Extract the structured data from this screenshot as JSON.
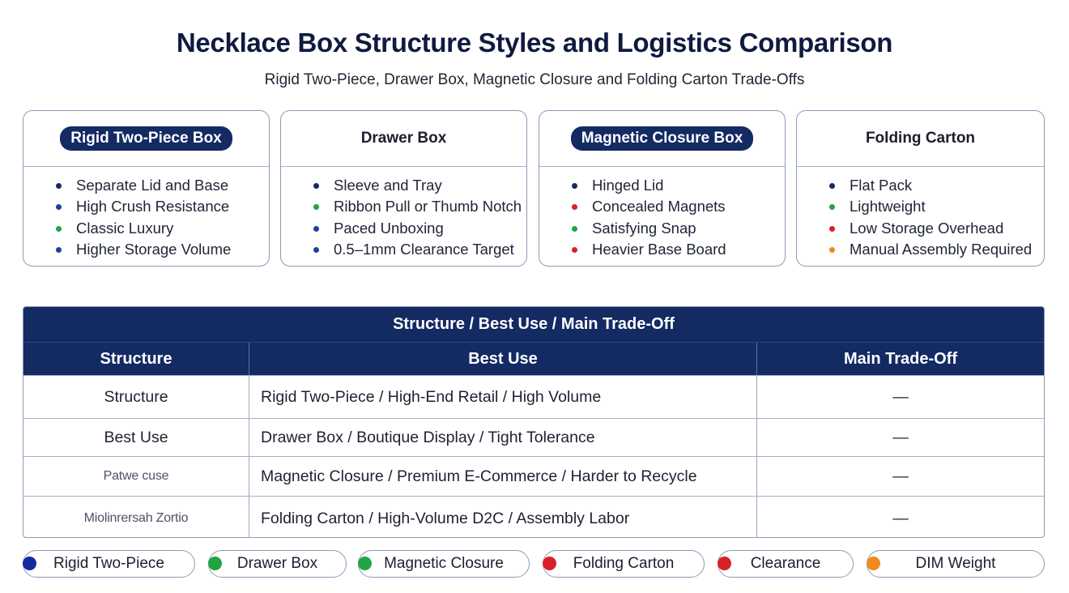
{
  "title": "Necklace Box Structure Styles and Logistics Comparison",
  "subtitle": "Rigid Two-Piece, Drawer Box, Magnetic Closure and Folding Carton Trade-Offs",
  "colors": {
    "navy": "#132a63",
    "blue": "#1f3fa0",
    "green": "#22a442",
    "red": "#d8202a",
    "orange": "#f08a1c"
  },
  "cards": [
    {
      "title": "Rigid Two-Piece Box",
      "highlighted": true,
      "items": [
        {
          "text": "Separate Lid and Base",
          "color": "#132a63"
        },
        {
          "text": "High Crush Resistance",
          "color": "#1f3fa0"
        },
        {
          "text": "Classic Luxury",
          "color": "#22a442"
        },
        {
          "text": "Higher Storage Volume",
          "color": "#1f3fa0"
        }
      ]
    },
    {
      "title": "Drawer Box",
      "highlighted": false,
      "items": [
        {
          "text": "Sleeve and Tray",
          "color": "#132a63"
        },
        {
          "text": "Ribbon Pull or Thumb Notch",
          "color": "#22a442"
        },
        {
          "text": "Paced Unboxing",
          "color": "#1f3fa0"
        },
        {
          "text": "0.5–1mm Clearance Target",
          "color": "#1f3fa0"
        }
      ]
    },
    {
      "title": "Magnetic Closure Box",
      "highlighted": true,
      "items": [
        {
          "text": "Hinged Lid",
          "color": "#132a63"
        },
        {
          "text": "Concealed Magnets",
          "color": "#d8202a"
        },
        {
          "text": "Satisfying Snap",
          "color": "#22a442"
        },
        {
          "text": "Heavier Base Board",
          "color": "#d8202a"
        }
      ]
    },
    {
      "title": "Folding Carton",
      "highlighted": false,
      "items": [
        {
          "text": "Flat Pack",
          "color": "#132a63"
        },
        {
          "text": "Lightweight",
          "color": "#22a442"
        },
        {
          "text": "Low Storage Overhead",
          "color": "#d8202a"
        },
        {
          "text": "Manual Assembly Required",
          "color": "#f08a1c"
        }
      ]
    }
  ],
  "table": {
    "banner": "Structure / Best Use / Main Trade-Off",
    "headers": [
      "Structure",
      "Best Use",
      "Main Trade-Off"
    ],
    "rows": [
      {
        "c1": "Structure",
        "c2": "Rigid Two-Piece / High-End Retail / High Volume",
        "c3": "—"
      },
      {
        "c1": "Best Use",
        "c2": "Drawer Box / Boutique Display / Tight Tolerance",
        "c3": "—"
      },
      {
        "c1": "Patwe cuse",
        "c2": "Magnetic Closure / Premium E-Commerce / Harder to Recycle",
        "c3": "—"
      },
      {
        "c1": "Miolinrersah Zortio",
        "c2": "Folding Carton / High-Volume D2C / Assembly Labor",
        "c3": "—"
      }
    ]
  },
  "legend": [
    {
      "label": "Rigid Two-Piece",
      "color": "#132a9c"
    },
    {
      "label": "Drawer Box",
      "color": "#22a442"
    },
    {
      "label": "Magnetic Closure",
      "color": "#22a442"
    },
    {
      "label": "Folding Carton",
      "color": "#d8202a"
    },
    {
      "label": "Clearance",
      "color": "#d8202a"
    },
    {
      "label": "DIM Weight",
      "color": "#f08a1c"
    }
  ]
}
